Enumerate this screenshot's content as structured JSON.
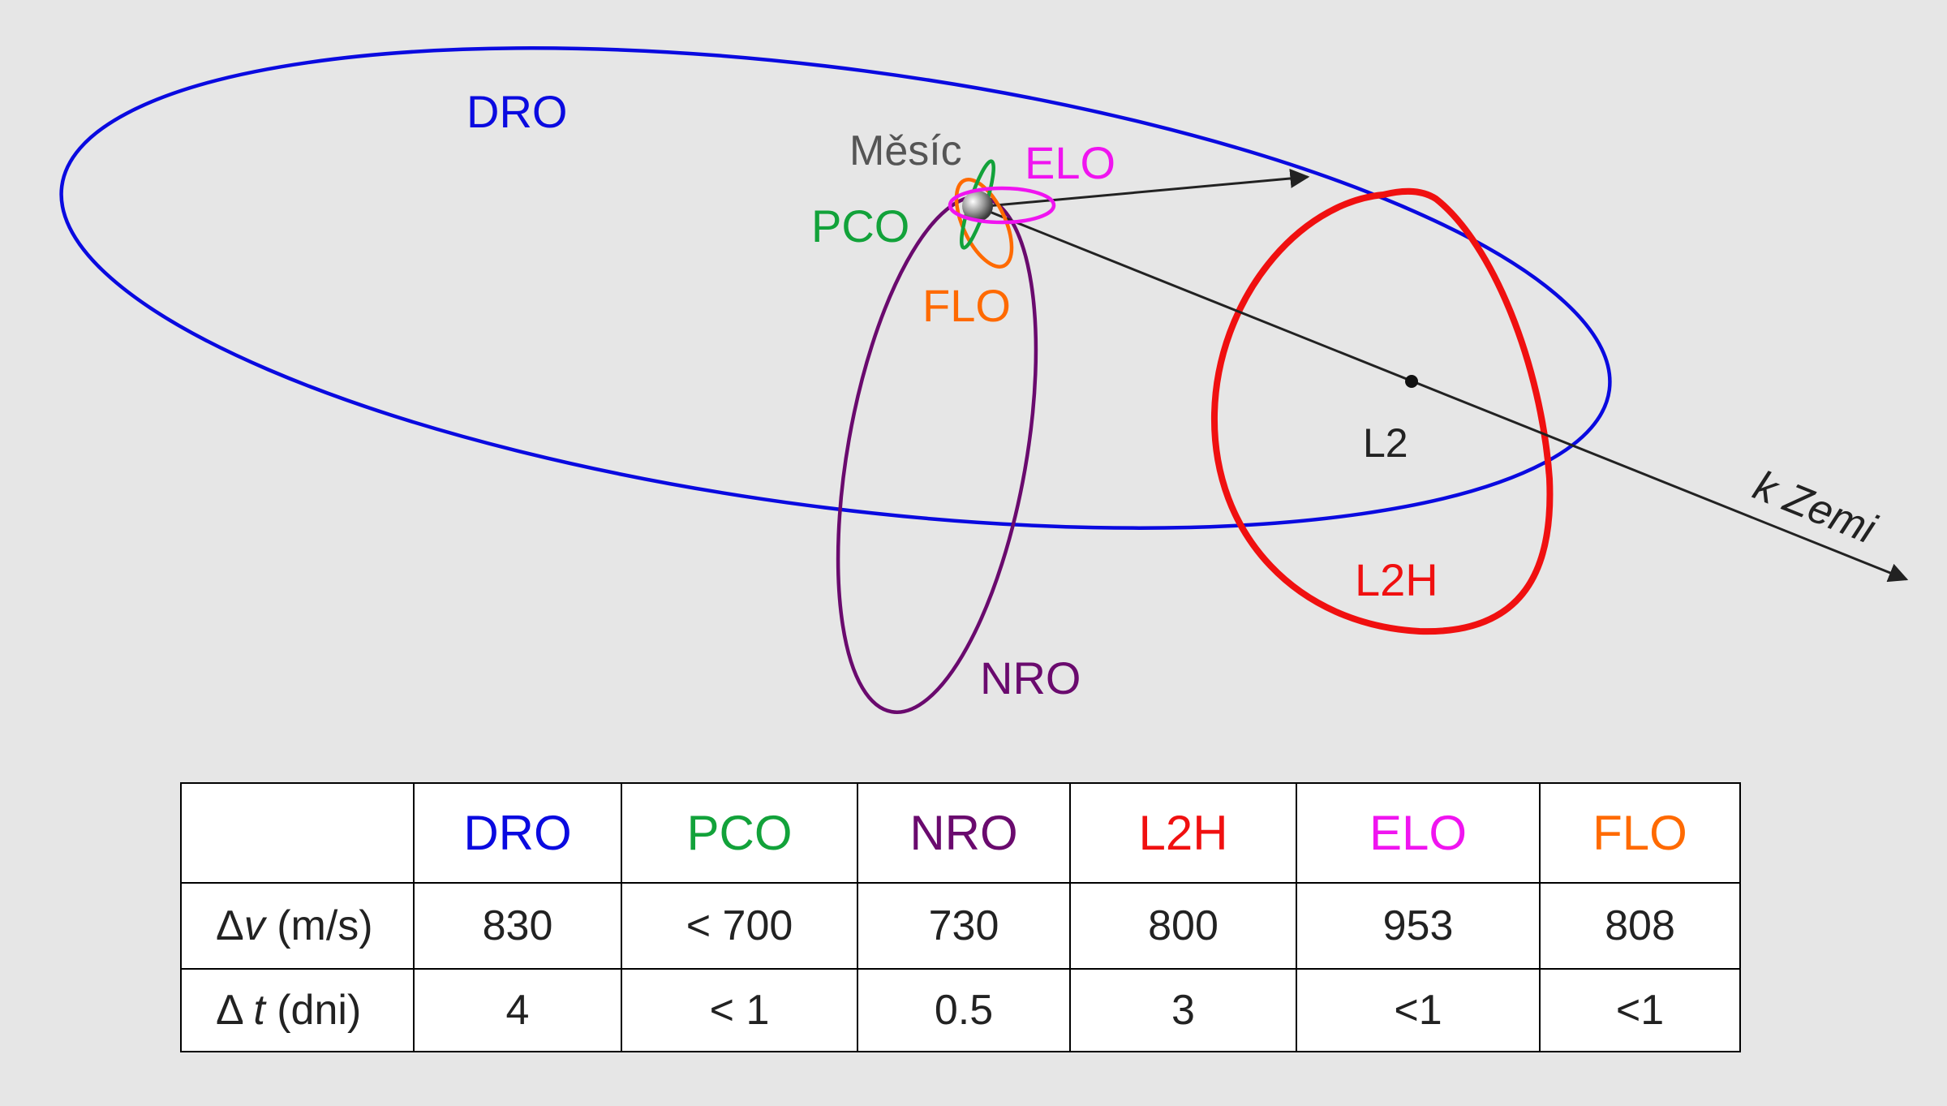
{
  "colors": {
    "DRO": "#0a0ae0",
    "PCO": "#12a23a",
    "NRO": "#6a0a6e",
    "L2H": "#f01010",
    "ELO": "#f014f0",
    "FLO": "#ff6a00",
    "axis": "#222222",
    "moon_label": "#555555"
  },
  "labels": {
    "dro": "DRO",
    "moon": "Měsíc",
    "elo": "ELO",
    "pco": "PCO",
    "flo": "FLO",
    "l2": "L2",
    "l2h": "L2H",
    "nro": "NRO",
    "to_earth": "k Zemi"
  },
  "icons": [
    "moon-sphere-icon",
    "arrow-head-icon",
    "l2-point-icon"
  ],
  "table": {
    "headers": [
      "",
      "DRO",
      "PCO",
      "NRO",
      "L2H",
      "ELO",
      "FLO"
    ],
    "rows": [
      {
        "symbol": "Δ",
        "var": "v",
        "unit": "(m/s)",
        "values": [
          "830",
          "< 700",
          "730",
          "800",
          "953",
          "808"
        ]
      },
      {
        "symbol": "Δ",
        "var": "t",
        "unit": "(dni)",
        "values": [
          "4",
          "< 1",
          "0.5",
          "3",
          "<1",
          "<1"
        ]
      }
    ]
  }
}
